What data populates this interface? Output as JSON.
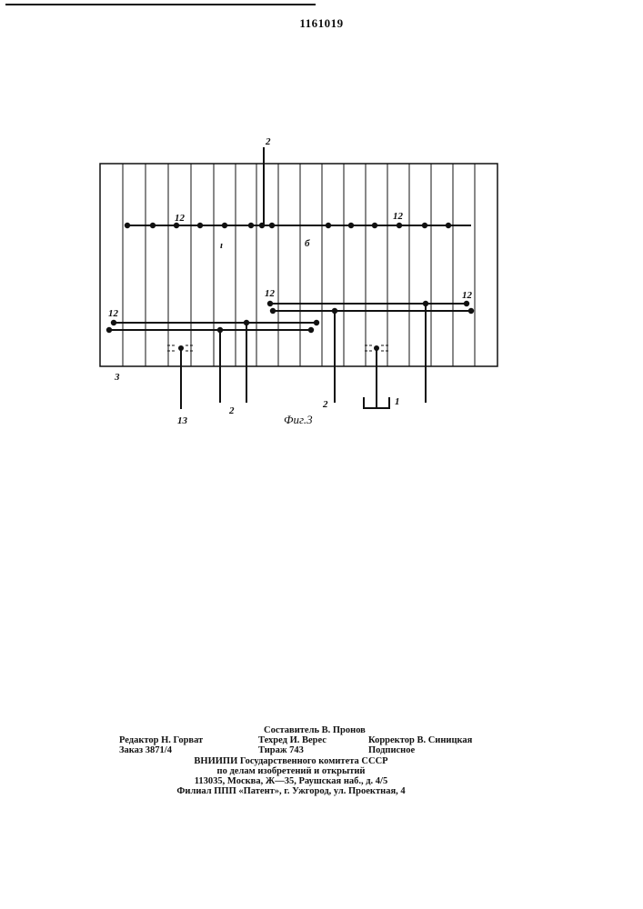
{
  "page_number": "1161019",
  "figure": {
    "caption": "Фиг.3",
    "labels": {
      "lead_top": "2",
      "bus_top": "12",
      "bus_top_right": "12",
      "mark_i": "ı",
      "mark_6": "б",
      "bus_mid_right_left": "12",
      "bus_mid_right_right": "12",
      "bus_mid_left": "12",
      "corner": "3",
      "lead_13": "13",
      "lead_2_left": "2",
      "lead_2_right": "2",
      "lead_1": "1"
    }
  },
  "colophon": {
    "editor": "Редактор Н. Горват",
    "order": "Заказ 3871/4",
    "compiler": "Составитель В. Пронов",
    "techred": "Техред И. Верес",
    "circulation": "Тираж 743",
    "corrector": "Корректор В. Синицкая",
    "subscription": "Подписное",
    "org_line1": "ВНИИПИ Государственного комитета СССР",
    "org_line2": "по делам изобретений и открытий",
    "address": "113035, Москва, Ж—35, Раушская наб., д. 4/5",
    "branch": "Филиал ППП «Патент», г. Ужгород, ул. Проектная, 4"
  }
}
